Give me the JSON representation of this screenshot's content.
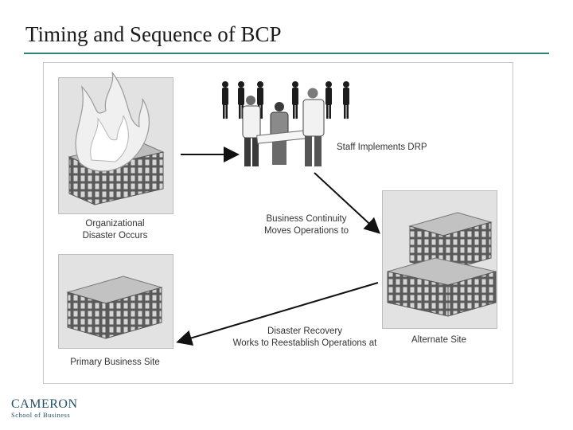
{
  "slide": {
    "title": "Timing and Sequence of BCP"
  },
  "diagram": {
    "disaster_label_line1": "Organizational",
    "disaster_label_line2": "Disaster Occurs",
    "staff_label": "Staff Implements DRP",
    "continuity_label_line1": "Business Continuity",
    "continuity_label_line2": "Moves Operations to",
    "alternate_label": "Alternate Site",
    "recovery_label_line1": "Disaster Recovery",
    "recovery_label_line2": "Works to Reestablish Operations at",
    "primary_label": "Primary Business Site"
  },
  "logo": {
    "name": "CAMERON",
    "sub": "School of Business"
  },
  "colors": {
    "accent_rule": "#2f7f7a",
    "logo": "#1f4f63",
    "panel": "#e2e2e2"
  }
}
